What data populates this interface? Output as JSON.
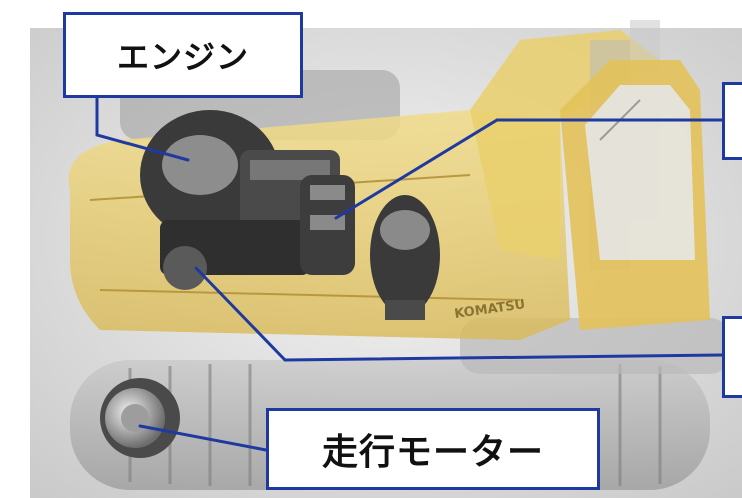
{
  "labels": {
    "engine": "エンジン",
    "travel_motor": "走行モーター"
  },
  "brand_marking": "KOMATSU",
  "colors": {
    "machine_yellow": "#e6c75a",
    "label_border": "#1e3aa0",
    "leader_line": "#1e3aa0",
    "background": "#dcdcdc"
  }
}
